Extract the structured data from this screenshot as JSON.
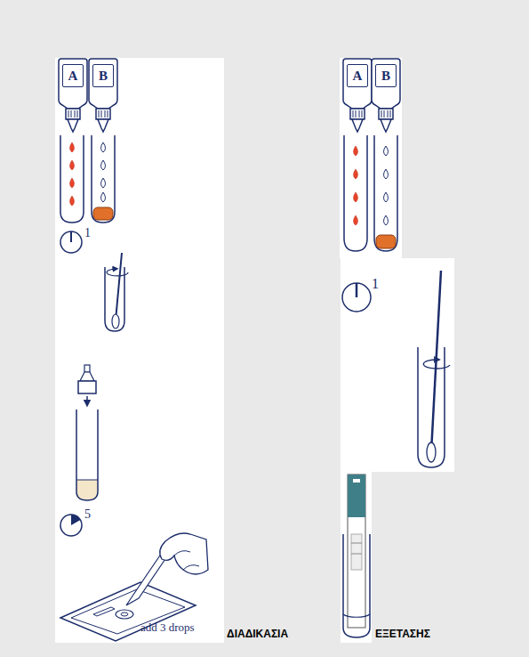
{
  "diagram": {
    "nodes": [
      {
        "text": [
          "A"
        ]
      },
      {
        "text": [
          "B"
        ]
      },
      {
        "text": [
          "A"
        ]
      },
      {
        "text": [
          "B"
        ]
      }
    ],
    "labels": [
      "1",
      "5",
      "add 3 drops",
      "1",
      "ΔΙΑΔΙΚΑΣΙΑ",
      "ΕΞΕΤΑΣΗΣ"
    ]
  }
}
